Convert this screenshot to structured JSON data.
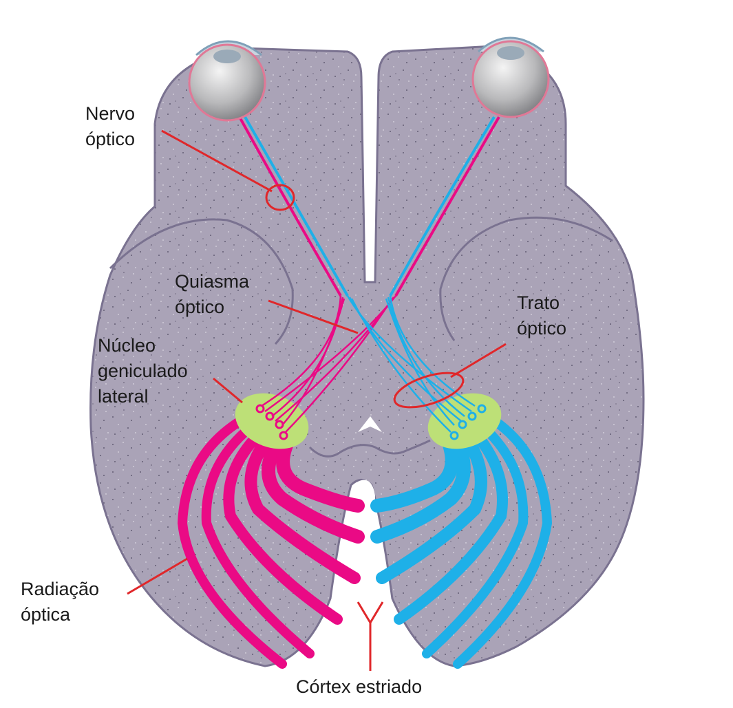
{
  "colors": {
    "tissue": "#aaa3b7",
    "tissue_edge": "#7a7290",
    "left_pathway": "#ea0a85",
    "right_pathway": "#1eb0e8",
    "nucleus": "#bde077",
    "pointer": "#e0272a",
    "eye": "#b9b9bb"
  },
  "labels": {
    "optic_nerve": {
      "line1": "Nervo",
      "line2": "óptico"
    },
    "optic_chiasm": {
      "line1": "Quiasma",
      "line2": "óptico"
    },
    "lateral_geniculate": {
      "line1": "Núcleo",
      "line2": "geniculado",
      "line3": "lateral"
    },
    "optic_tract": {
      "line1": "Trato",
      "line2": "óptico"
    },
    "optic_radiation": {
      "line1": "Radiação",
      "line2": "óptica"
    },
    "striate_cortex": {
      "line1": "Córtex estriado"
    }
  }
}
